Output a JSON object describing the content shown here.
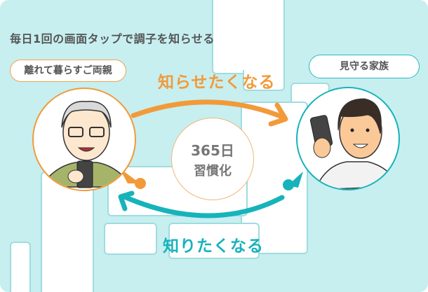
{
  "title": "毎日1回の画面タップで調子を知らせる",
  "left_label": "離れて暮らすご両親",
  "right_label": "見守る家族",
  "arrow_top_label": "知らせたくなる",
  "arrow_bottom_label": "知りたくなる",
  "center": {
    "line1": "365日",
    "line2": "習慣化"
  },
  "colors": {
    "background": "#c7eff0",
    "orange": "#f29a3a",
    "teal": "#17b3bb",
    "text": "#555555"
  }
}
